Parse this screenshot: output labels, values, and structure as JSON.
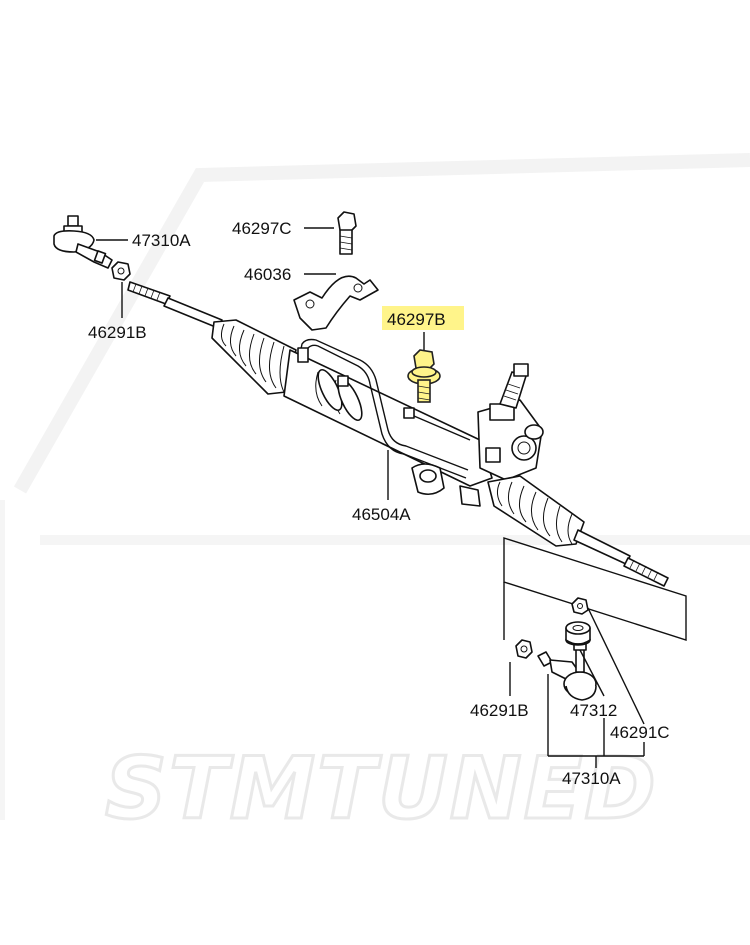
{
  "watermark": {
    "text": "STMTUNED"
  },
  "labels": {
    "tie_rod_end_left": "47310A",
    "nut_left": "46291B",
    "bolt_top": "46297C",
    "bracket": "46036",
    "bolt_highlighted": "46297B",
    "pipe_assembly": "46504A",
    "nut_right": "46291B",
    "boot_right": "47312",
    "nut_right_small": "46291C",
    "tie_rod_end_right": "47310A"
  },
  "colors": {
    "highlight": "#fff48a",
    "line": "#111111",
    "watermark": "#e9e9e9"
  }
}
